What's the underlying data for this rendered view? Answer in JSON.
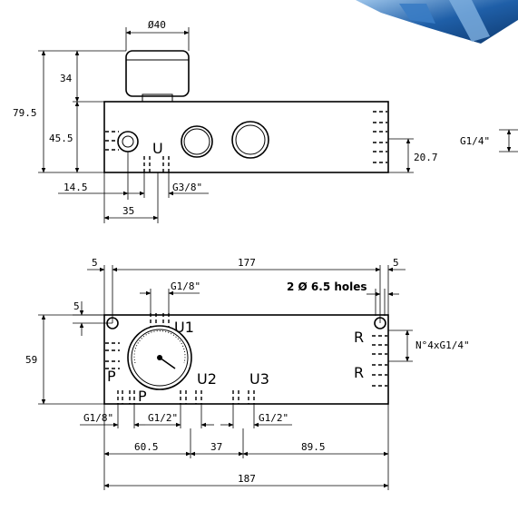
{
  "top_view": {
    "dim_diameter": "Ø40",
    "dim_cap_height": "34",
    "dim_total_height": "79.5",
    "dim_block_height": "45.5",
    "port_label_u": "U",
    "dim_left_offset": "14.5",
    "dim_port_distance": "35",
    "thread_g38": "G3/8\"",
    "dim_right_height": "20.7",
    "thread_side": "G1/4\""
  },
  "front_view": {
    "dim_total_length": "177",
    "dim_edge_left": "5",
    "dim_edge_right": "5",
    "dim_edge_top": "5",
    "holes_note": "2 Ø 6.5 holes",
    "thread_g18_top": "G1/8\"",
    "port_u1": "U1",
    "port_p_left": "P",
    "port_p_bottom": "P",
    "port_u2": "U2",
    "port_u3": "U3",
    "port_r_top": "R",
    "port_r_bottom": "R",
    "note_ports": "N°4xG1/4\"",
    "dim_height": "59",
    "thread_g18_bottom": "G1/8\"",
    "thread_g12_a": "G1/2\"",
    "thread_g12_b": "G1/2\"",
    "dim_seg_1": "60.5",
    "dim_seg_2": "37",
    "dim_seg_3": "89.5",
    "dim_overall": "187"
  },
  "colors": {
    "product_photo_blue": "#1f5fa8",
    "product_photo_light": "#9cc4ea"
  }
}
